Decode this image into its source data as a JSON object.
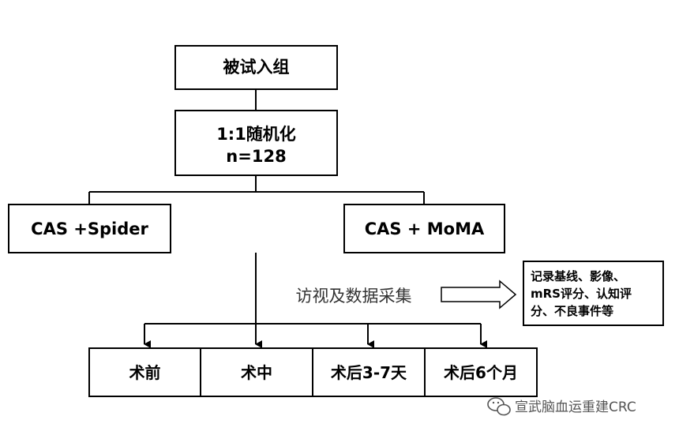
{
  "flow": {
    "enroll": "被试入组",
    "randomize_line1": "1:1随机化",
    "randomize_line2": "n=128",
    "arm_left": "CAS +Spider",
    "arm_right": "CAS + MoMA",
    "collect": "访视及数据采集",
    "note_lines": [
      "记录基线、影像、",
      "mRS评分、认知评",
      "分、不良事件等"
    ],
    "steps": [
      "术前",
      "术中",
      "术后3-7天",
      "术后6个月"
    ]
  },
  "watermark": {
    "icon": "wechat-icon",
    "text": "宣武脑血运重建CRC"
  }
}
